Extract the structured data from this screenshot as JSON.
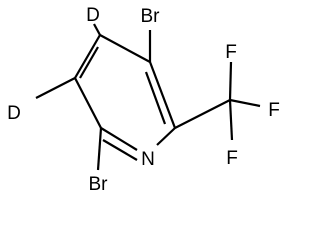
{
  "molecule": {
    "atoms": {
      "br_top": "Br",
      "br_bottom": "Br",
      "d_top": "D",
      "d_left": "D",
      "n_ring": "N",
      "f_top": "F",
      "f_right": "F",
      "f_bottom": "F"
    },
    "bond_color": "#000000"
  }
}
